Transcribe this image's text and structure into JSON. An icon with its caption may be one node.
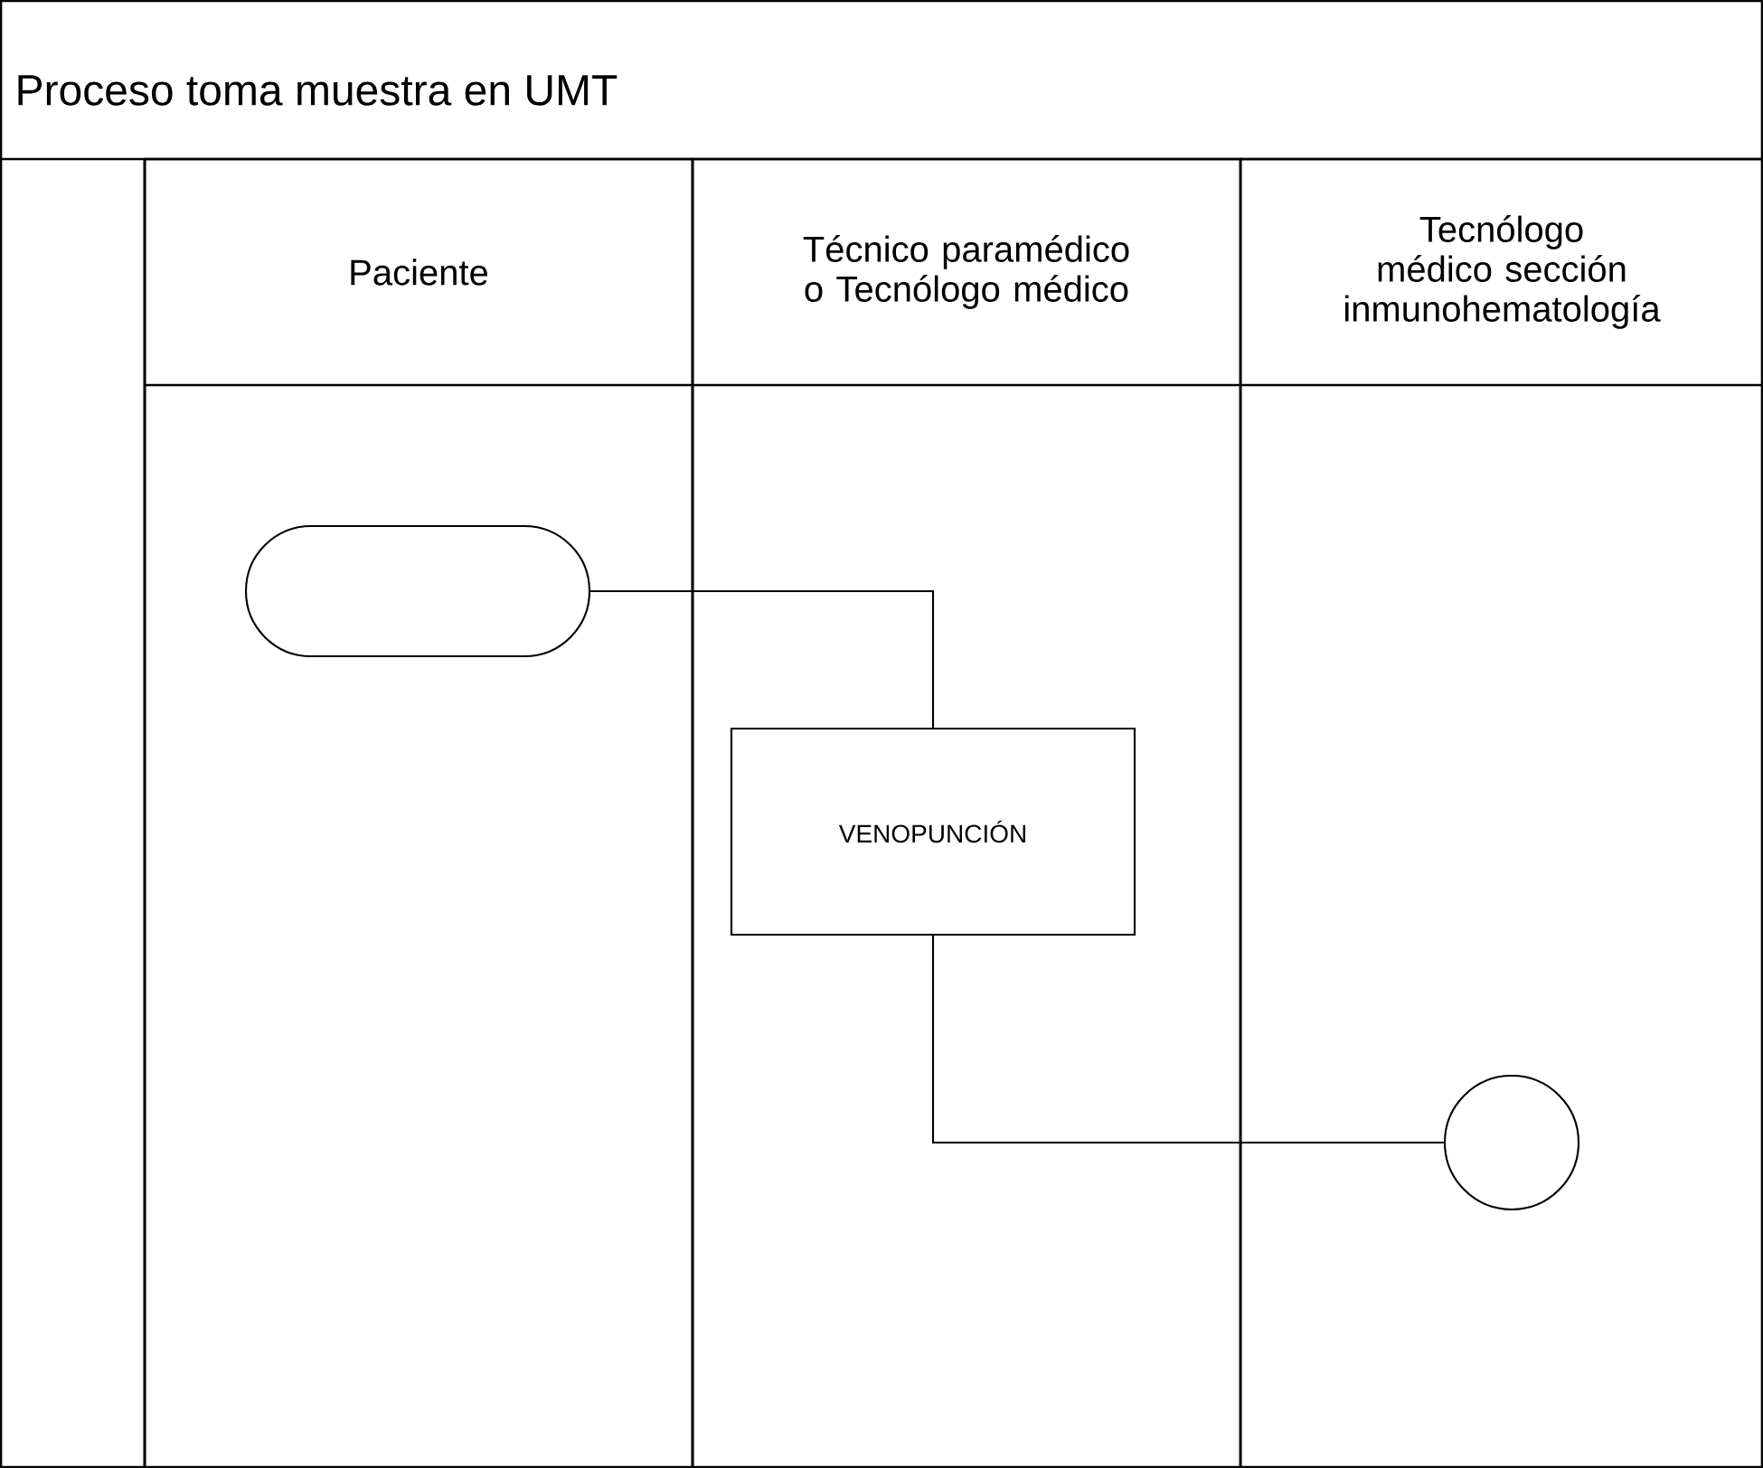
{
  "diagram": {
    "title": "Proceso toma muestra en UMT",
    "nodes": [
      {
        "text": [
          "Paciente"
        ]
      },
      {
        "text": [
          "Técnico paramédico o Tecnólogo médico"
        ]
      },
      {
        "text": [
          "Tecnólogo médico sección inmunohematología"
        ]
      },
      {
        "text": [],
        "shape": "pill",
        "in": 0
      },
      {
        "text": [
          "VENOPUNCIÓN"
        ],
        "in": 1
      },
      {
        "text": [],
        "shape": "circle",
        "in": 2
      }
    ],
    "edges": [
      {
        "from": 3,
        "to": 4,
        "arrow": "none"
      },
      {
        "from": 4,
        "to": 5,
        "arrow": "none"
      }
    ]
  }
}
